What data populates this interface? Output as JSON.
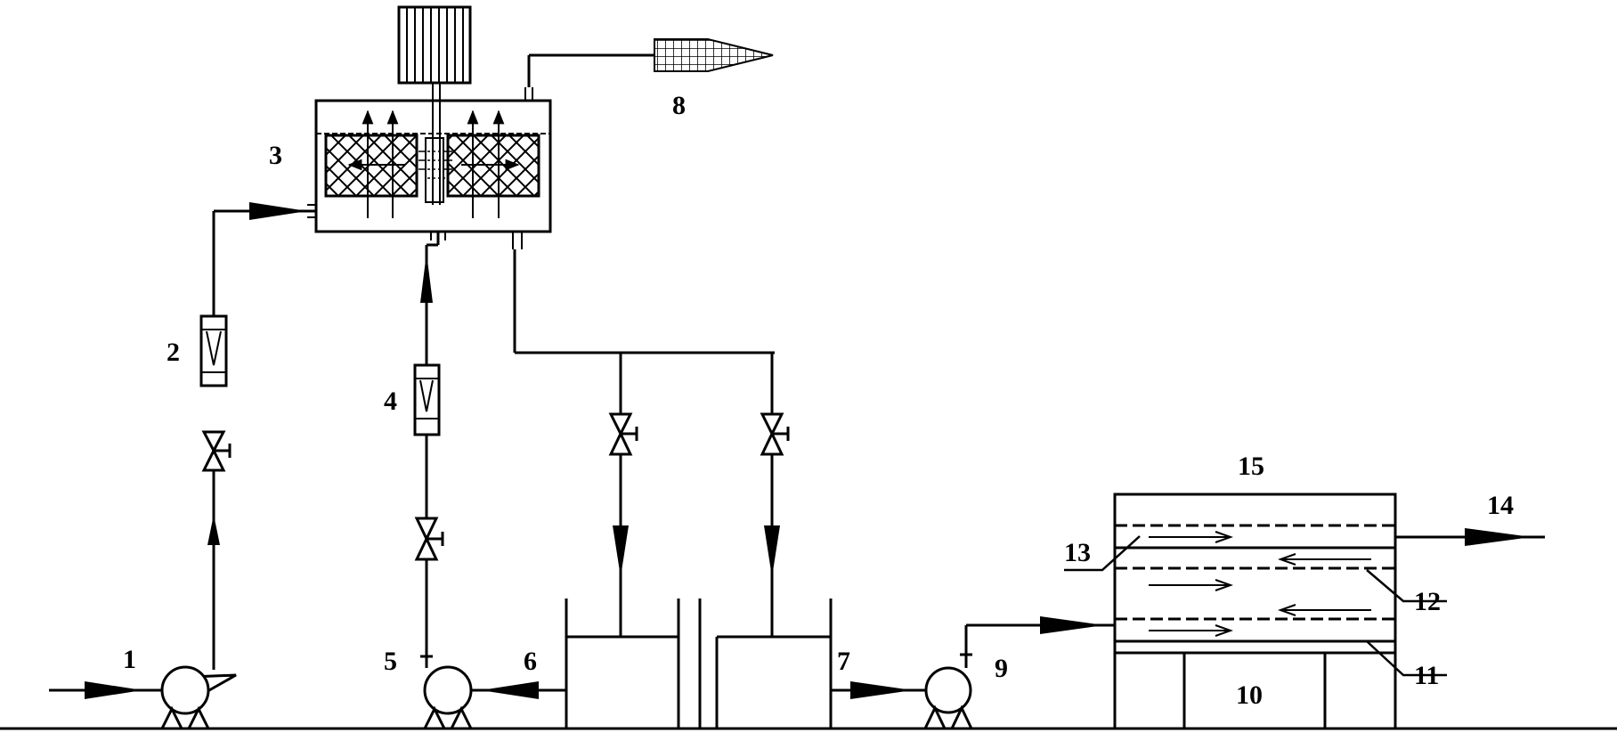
{
  "colors": {
    "line": "#000000",
    "background": "#ffffff"
  },
  "labels": {
    "n1": "1",
    "n2": "2",
    "n3": "3",
    "n4": "4",
    "n5": "5",
    "n6": "6",
    "n7": "7",
    "n8": "8",
    "n9": "9",
    "n10": "10",
    "n11": "11",
    "n12": "12",
    "n13": "13",
    "n14": "14",
    "n15": "15"
  }
}
